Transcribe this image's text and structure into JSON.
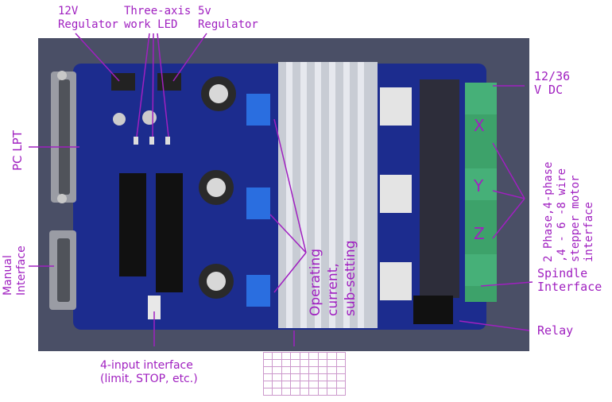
{
  "labels": {
    "reg12": [
      "12V",
      "Regulator"
    ],
    "led": [
      "Three-axis",
      "work LED"
    ],
    "reg5": [
      "5v",
      "Regulator"
    ],
    "pc_lpt": "PC LPT",
    "manual": [
      "Manual",
      "Interface"
    ],
    "power": [
      "12/36",
      "V DC"
    ],
    "axis_x": "X",
    "axis_y": "Y",
    "axis_z": "Z",
    "motor": [
      "2 Phase,4-phase",
      ",4 - 6 -8 wire",
      "stepper motor",
      "interface"
    ],
    "spindle": [
      "Spindle",
      "Interface"
    ],
    "relay": "Relay",
    "operating": [
      "Operating",
      "current,",
      "sub-setting"
    ],
    "input_iface": [
      "4-input interface",
      "(limit, STOP, etc.)"
    ]
  },
  "colors": {
    "label": "#a020c0",
    "pcb": "#1a2a8c",
    "terminal": "#3da26a",
    "heatsink": "#c8ccd4"
  }
}
